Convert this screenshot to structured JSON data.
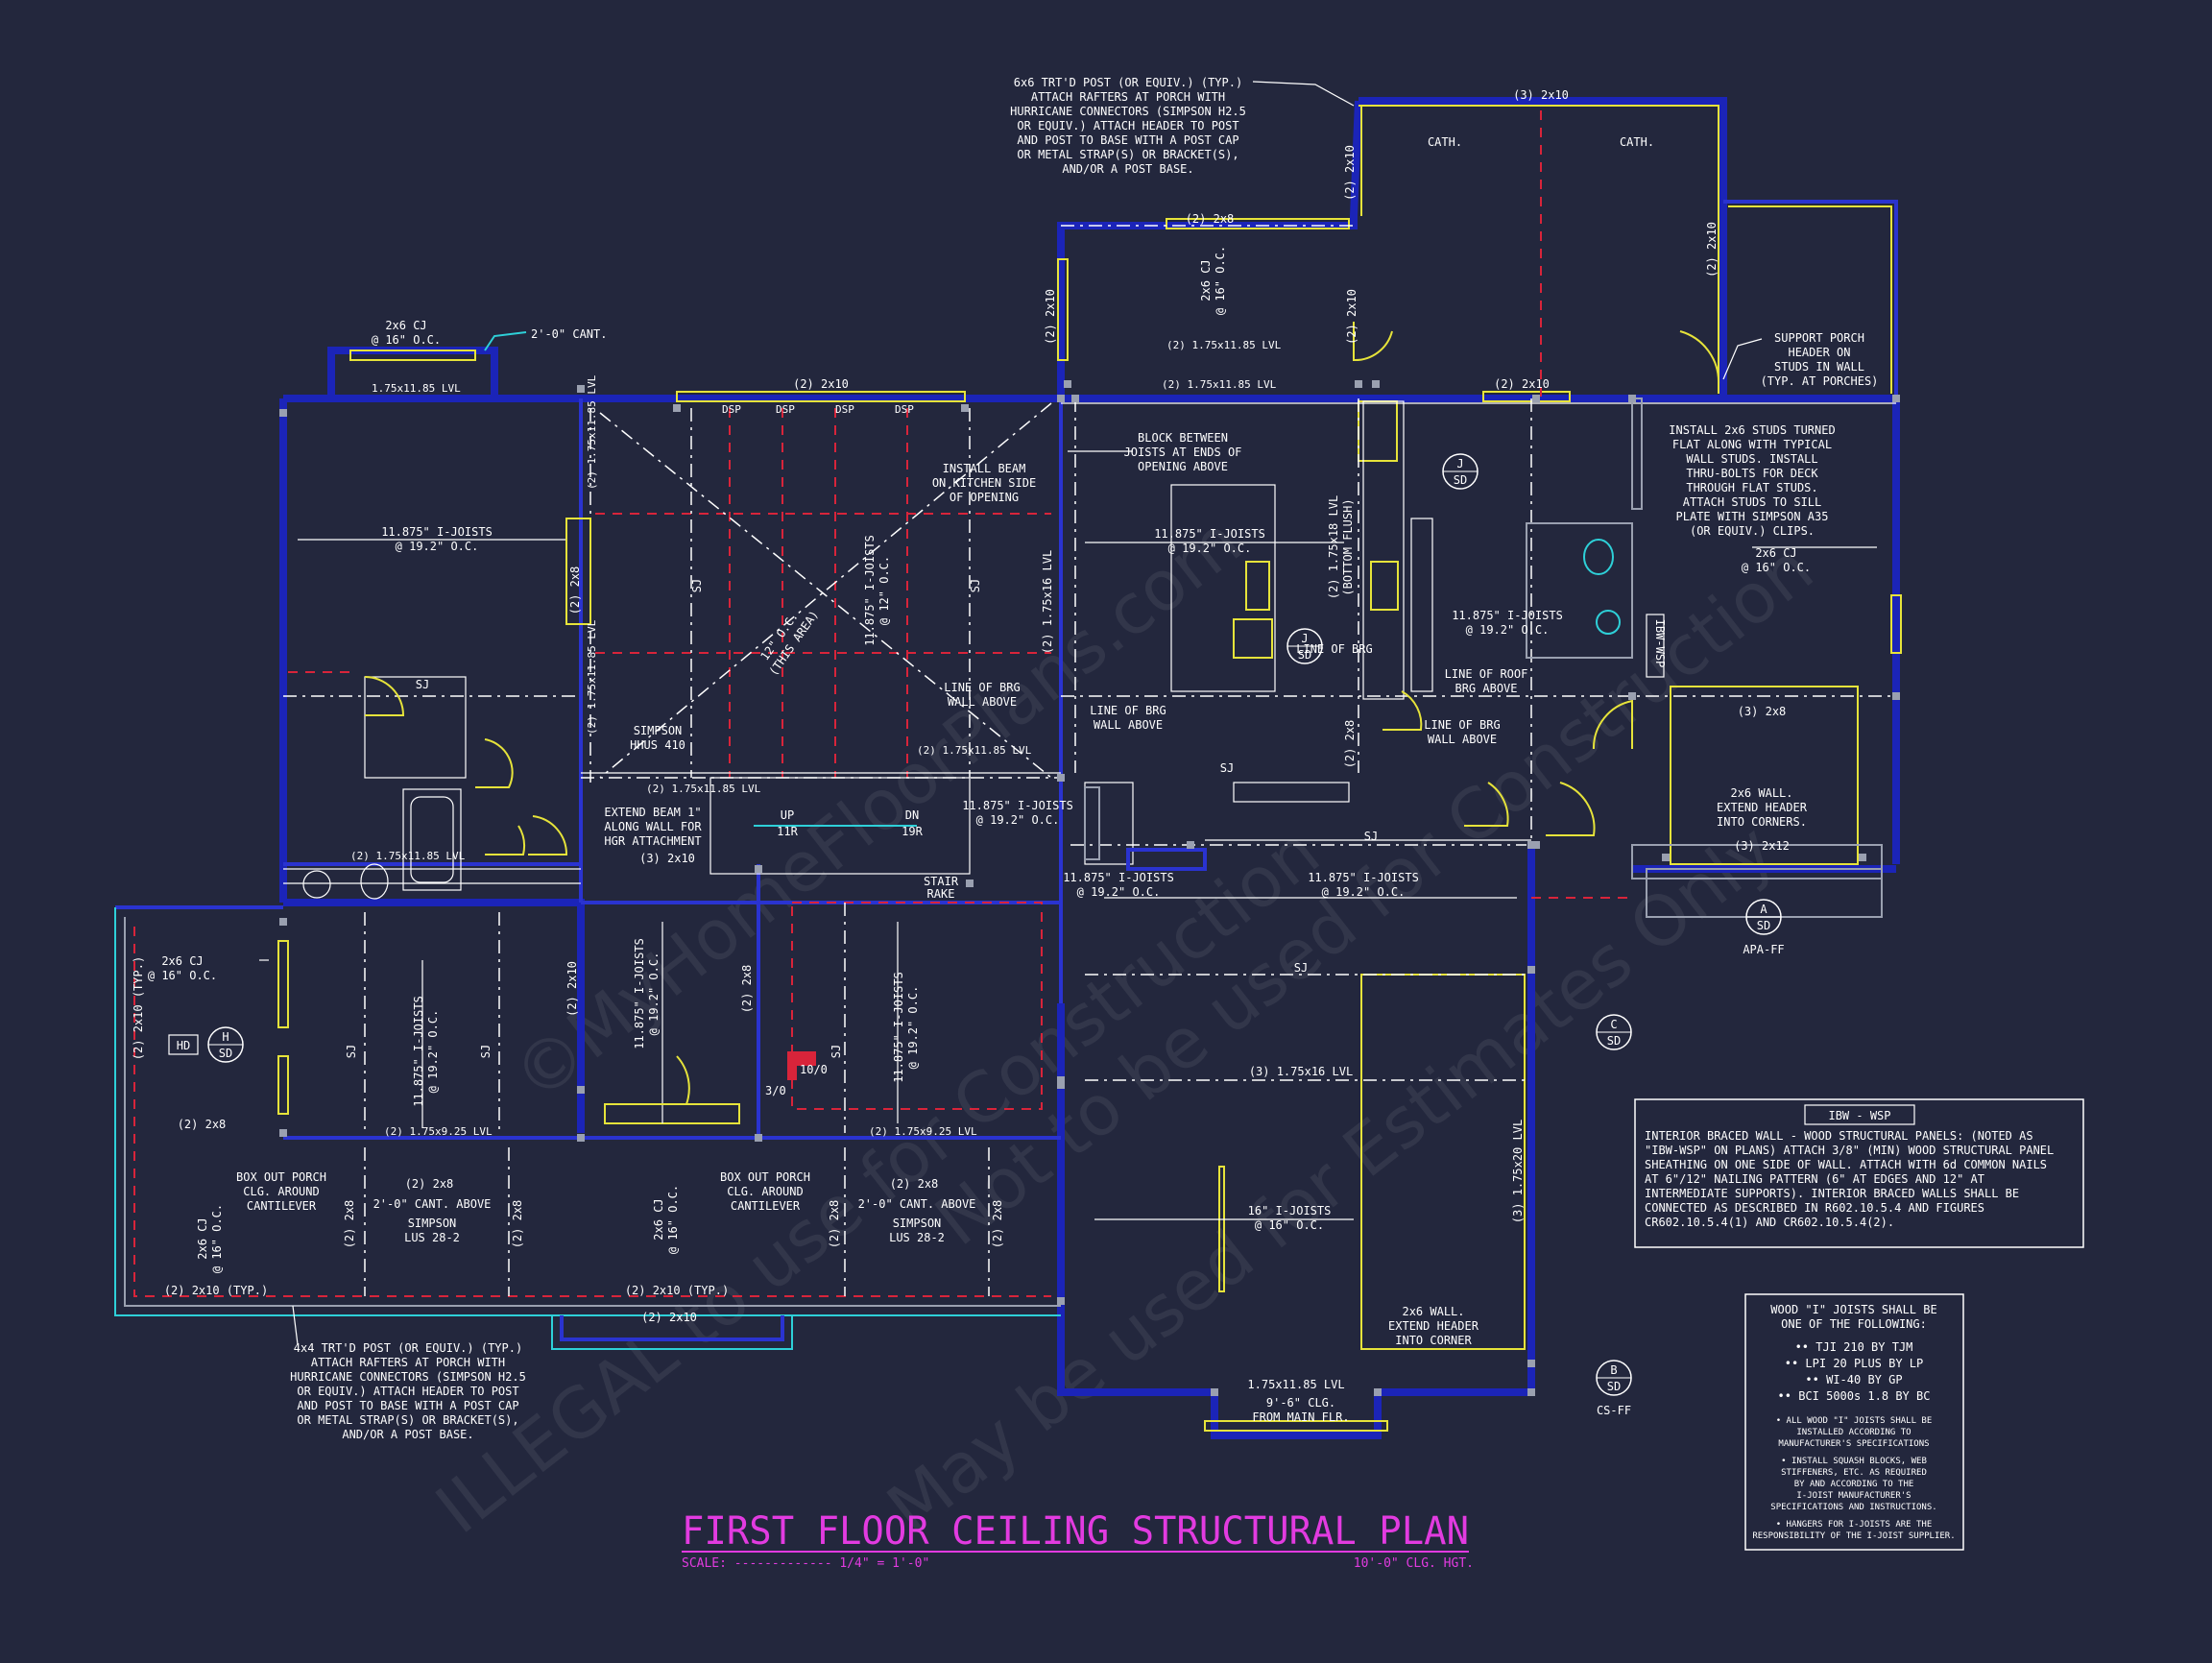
{
  "title": "FIRST FLOOR CEILING STRUCTURAL PLAN",
  "scale_label": "SCALE: ------------- 1/4\" = 1'-0\"",
  "ceiling_height": "10'-0\" CLG. HGT.",
  "colors": {
    "background": "#23273d",
    "title": "#e23be0",
    "wall": "#1b24b8",
    "beam": "#e6e33a",
    "dashed": "#d8243a",
    "accent": "#2ed0d8"
  },
  "watermarks": [
    "©MyHomeFloorPlans.com",
    "Not to be used for Construction",
    "ILLEGAL to use for Construction",
    "May be used for Estimates Only"
  ],
  "top_post_note": [
    "6x6 TRT'D POST (OR EQUIV.) (TYP.)",
    "ATTACH RAFTERS AT PORCH WITH",
    "HURRICANE CONNECTORS (SIMPSON H2.5",
    "OR EQUIV.) ATTACH HEADER TO POST",
    "AND POST TO BASE WITH A POST CAP",
    "OR METAL STRAP(S) OR BRACKET(S),",
    "AND/OR A POST BASE."
  ],
  "bottom_post_note": [
    "4x4 TRT'D POST (OR EQUIV.) (TYP.)",
    "ATTACH RAFTERS AT PORCH WITH",
    "HURRICANE CONNECTORS (SIMPSON H2.5",
    "OR EQUIV.) ATTACH HEADER TO POST",
    "AND POST TO BASE WITH A POST CAP",
    "OR METAL STRAP(S) OR BRACKET(S),",
    "AND/OR A POST BASE."
  ],
  "support_porch_note": [
    "SUPPORT PORCH",
    "HEADER ON",
    "STUDS IN WALL",
    "(TYP. AT PORCHES)"
  ],
  "studs_note": [
    "INSTALL 2x6 STUDS TURNED",
    "FLAT ALONG WITH TYPICAL",
    "WALL STUDS. INSTALL",
    "THRU-BOLTS FOR DECK",
    "THROUGH FLAT STUDS.",
    "ATTACH STUDS TO SILL",
    "PLATE WITH SIMPSON A35",
    "(OR EQUIV.) CLIPS."
  ],
  "block_note": [
    "BLOCK BETWEEN",
    "JOISTS AT ENDS OF",
    "OPENING ABOVE"
  ],
  "install_beam_note": [
    "INSTALL BEAM",
    "ON KITCHEN SIDE",
    "OF OPENING"
  ],
  "extend_beam_note": [
    "EXTEND BEAM 1\"",
    "ALONG WALL FOR",
    "HGR ATTACHMENT"
  ],
  "ibw_box": {
    "heading": "IBW - WSP",
    "lines": [
      "INTERIOR BRACED WALL - WOOD STRUCTURAL PANELS: (NOTED AS",
      "\"IBW-WSP\" ON PLANS) ATTACH 3/8\" (MIN) WOOD STRUCTURAL PANEL",
      "SHEATHING ON ONE SIDE OF WALL. ATTACH WITH 6d COMMON NAILS",
      "AT 6\"/12\" NAILING PATTERN (6\" AT EDGES AND 12\" AT",
      "INTERMEDIATE SUPPORTS). INTERIOR BRACED WALLS SHALL BE",
      "CONNECTED AS DESCRIBED IN R602.10.5.4 AND FIGURES",
      "CR602.10.5.4(1) AND CR602.10.5.4(2)."
    ]
  },
  "joist_box": {
    "heading": [
      "WOOD \"I\" JOISTS SHALL BE",
      "ONE OF THE FOLLOWING:"
    ],
    "options": [
      "•• TJI 210 BY TJM",
      "•• LPI 20 PLUS BY LP",
      "•• WI-40 BY GP",
      "•• BCI 5000s 1.8 BY BC"
    ],
    "notes": [
      "• ALL WOOD \"I\" JOISTS SHALL BE",
      "INSTALLED ACCORDING TO",
      "MANUFACTURER'S SPECIFICATIONS",
      "• INSTALL SQUASH BLOCKS, WEB",
      "STIFFENERS, ETC. AS REQUIRED",
      "BY AND ACCORDING TO THE",
      "I-JOIST MANUFACTURER'S",
      "SPECIFICATIONS AND INSTRUCTIONS.",
      "• HANGERS FOR I-JOISTS ARE THE",
      "RESPONSIBILITY OF THE I-JOIST SUPPLIER."
    ]
  },
  "section_marks": [
    {
      "letter": "A",
      "ref": "SD",
      "tag": "APA-FF"
    },
    {
      "letter": "B",
      "ref": "SD",
      "tag": "CS-FF"
    },
    {
      "letter": "C",
      "ref": "SD",
      "tag": ""
    },
    {
      "letter": "H",
      "ref": "SD",
      "tag": ""
    },
    {
      "letter": "J",
      "ref": "SD",
      "tag": ""
    },
    {
      "letter": "J",
      "ref": "SD",
      "tag": ""
    }
  ],
  "labels": {
    "three_2x10": "(3) 2x10",
    "cath_left": "CATH.",
    "cath_right": "CATH.",
    "two_2x8_top": "(2) 2x8",
    "two_2x10": "(2) 2x10",
    "two_lvl_175x1185": "(2) 1.75x11.85 LVL",
    "cj_2x6_16": [
      "2x6 CJ",
      "@ 16\" O.C."
    ],
    "cant_2ft": "2'-0\" CANT.",
    "lvl_175x1185": "1.75x11.85 LVL",
    "dsp": "DSP",
    "ij_1185_192": [
      "11.875\" I-JOISTS",
      "@ 19.2\" O.C."
    ],
    "ij_1185": [
      "11.875\" I-JOISTS",
      "@ 19.2\" O.C."
    ],
    "diag_12": [
      "12\" O.C.",
      "(THIS AREA)"
    ],
    "ij_12": [
      "11.875\" I-JOISTS",
      "@ 12\" O.C."
    ],
    "sj": "SJ",
    "line_brg": [
      "LINE OF BRG",
      "WALL ABOVE"
    ],
    "line_roof_brg": [
      "LINE OF ROOF",
      "BRG ABOVE"
    ],
    "simpson_hhus": [
      "SIMPSON",
      "HHUS 410"
    ],
    "lvl_bottom_flush": [
      "(2) 1.75x18 LVL",
      "(BOTTOM FLUSH)"
    ],
    "lvl_2_175x16": "(2) 1.75x16 LVL",
    "lvl_2_175x1185_mid": "(2) 1.75x11.85 LVL",
    "up": "UP",
    "up_r": "11R",
    "dn": "DN",
    "dn_r": "19R",
    "stair_rake": [
      "STAIR",
      "RAKE"
    ],
    "three_2x8": "(3) 2x8",
    "three_2x12": "(3) 2x12",
    "wall_2x6": [
      "2x6 WALL.",
      "EXTEND HEADER",
      "INTO CORNERS."
    ],
    "wall_2x6_corner": [
      "2x6 WALL.",
      "EXTEND HEADER",
      "INTO CORNER"
    ],
    "two_2x10_typ": "(2) 2x10 (TYP.)",
    "two_2x8": "(2) 2x8",
    "hd": "HD",
    "ij_16": [
      "16\" I-JOISTS",
      "@ 16\" O.C."
    ],
    "three_lvl_175x16": "(3) 1.75x16 LVL",
    "three_lvl_175x20": "(3) 1.75x20 LVL",
    "lvl_175x1185_bot": "1.75x11.85 LVL",
    "clg_drop": [
      "9'-6\" CLG.",
      "FROM MAIN FLR."
    ],
    "box_out": [
      "BOX OUT PORCH",
      "CLG. AROUND",
      "CANTILEVER"
    ],
    "cant_above": "2'-0\" CANT. ABOVE",
    "simpson_lus": [
      "SIMPSON",
      "LUS 28-2"
    ],
    "two_lvl_175x925": "(2) 1.75x9.25 LVL",
    "ibw_tag": "IBW-WSP",
    "ratio": "3/0",
    "ratio2": "10/0"
  }
}
